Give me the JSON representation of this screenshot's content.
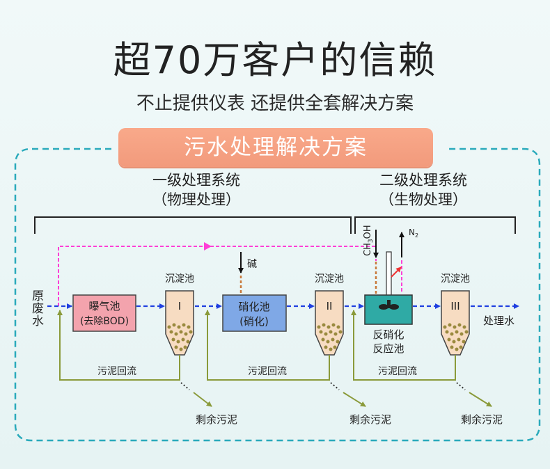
{
  "header": {
    "title": "超70万客户的信赖",
    "subtitle": "不止提供仪表 还提供全套解决方案",
    "banner": "污水处理解决方案"
  },
  "diagram": {
    "stage1": {
      "title": "一级处理系统",
      "subtitle": "（物理处理）"
    },
    "stage2": {
      "title": "二级处理系统",
      "subtitle": "（生物处理）"
    },
    "inlet": [
      "原",
      "废",
      "水"
    ],
    "aeration_tank": {
      "line1": "曝气池",
      "line2": "(去除BOD)"
    },
    "nitrification_tank": {
      "line1": "硝化池",
      "line2": "(硝化)"
    },
    "denitrification_tank": {
      "line1": "反硝化",
      "line2": "反应池"
    },
    "clarifier_label": "沉淀池",
    "clarifier_numerals": [
      "I",
      "II",
      "III"
    ],
    "alkali": "碱",
    "methanol": "CH",
    "methanol_sub": "3",
    "methanol_end": "OH",
    "nitrogen": "N",
    "nitrogen_sub": "2",
    "outlet": "处理水",
    "sludge_return": "污泥回流",
    "excess_sludge": "剩余污泥"
  },
  "colors": {
    "flow_arrow": "#1f3fe0",
    "recycle_line": "#ff3fd6",
    "sludge_line": "#8a9a3a",
    "frame_dash": "#2aaabb",
    "banner": "#f4a083",
    "aeration_fill": "#f3a3ad",
    "nitrification_fill": "#7fa8e6",
    "denitrification_fill": "#2faaa5",
    "clarifier_fill": "#f7dcc2",
    "dosing_line": "#c87a3c"
  }
}
